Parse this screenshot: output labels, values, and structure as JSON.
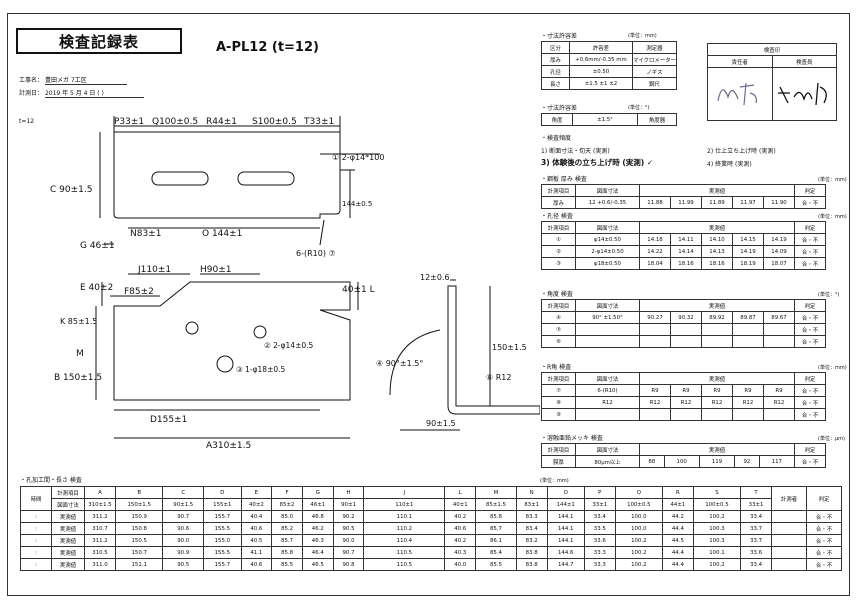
{
  "header": {
    "title": "検査記録表",
    "doc_code": "A-PL12 (t=12)",
    "site_label": "工事名：",
    "site_value": "豊田メガ 7工区",
    "date_label": "計測日：",
    "date_value": "2019 年 5 月 4 日 (    )",
    "thickness_note": "t=12"
  },
  "tolerance": {
    "title": "・寸法許容差",
    "unit": "(単位：mm)",
    "headers": [
      "区分",
      "許容差",
      "測定器"
    ],
    "rows": [
      [
        "厚み",
        "+0.6mm/-0.35 mm",
        "マイクロメーター"
      ],
      [
        "孔径",
        "±0.50",
        "ノギス"
      ],
      [
        "長さ",
        "±1.5  ±1  ±2",
        "鋼尺"
      ]
    ],
    "angle_title": "・寸法許容差",
    "angle_unit": "(単位：°)",
    "angle_row": [
      "角度",
      "±1.5°",
      "角度器"
    ]
  },
  "stamp": {
    "title": "検査印",
    "responsible": "責任者",
    "inspector": "検査員"
  },
  "inspection_freq": {
    "title": "・検査頻度",
    "item1": "1) 断面寸法・旬天 (実測)",
    "item2": "2) 仕上立ち上げ時 (実測)",
    "item3": "3) 体験後の立ち上げ時 (実測) ✓",
    "item4": "4) 終業時 (実測)"
  },
  "thickness": {
    "title": "・鋼板 厚み 検査",
    "unit": "(単位：mm)",
    "headers": [
      "計測項目",
      "図面寸法",
      "実測値",
      "判定"
    ],
    "rows": [
      [
        "厚み",
        "12 +0.6/-0.35",
        "11.88",
        "11.99",
        "11.89",
        "11.97",
        "11.90",
        "合・不"
      ]
    ]
  },
  "hole": {
    "title": "・孔径 検査",
    "unit": "(単位：mm)",
    "headers": [
      "計測項目",
      "図面寸法",
      "実測値",
      "判定"
    ],
    "rows": [
      [
        "①",
        "φ14±0.50",
        "14.18",
        "14.11",
        "14.10",
        "14.15",
        "14.19",
        "合・不"
      ],
      [
        "②",
        "2-φ14±0.50",
        "14.22",
        "14.14",
        "14.13",
        "14.19",
        "14.09",
        "合・不"
      ],
      [
        "③",
        "φ18±0.50",
        "18.04",
        "18.16",
        "18.16",
        "18.19",
        "18.07",
        "合・不"
      ]
    ]
  },
  "angle": {
    "title": "・角度 検査",
    "unit": "(単位：°)",
    "headers": [
      "計測項目",
      "図面寸法",
      "実測値",
      "判定"
    ],
    "rows": [
      [
        "④",
        "90° ±1.50°",
        "90.27",
        "90.32",
        "89.92",
        "89.87",
        "89.67",
        "合・不"
      ],
      [
        "⑤",
        "",
        "",
        "",
        "",
        "",
        "",
        "合・不"
      ],
      [
        "⑥",
        "",
        "",
        "",
        "",
        "",
        "",
        "合・不"
      ]
    ]
  },
  "radius": {
    "title": "・R角 検査",
    "unit": "(単位：mm)",
    "headers": [
      "計測項目",
      "図面寸法",
      "実測値",
      "判定"
    ],
    "rows": [
      [
        "⑦",
        "6-(R10)",
        "R9",
        "R9",
        "R9",
        "R9",
        "R9",
        "合・不"
      ],
      [
        "⑧",
        "R12",
        "R12",
        "R12",
        "R12",
        "R12",
        "R12",
        "合・不"
      ],
      [
        "⑨",
        "",
        "",
        "",
        "",
        "",
        "",
        "合・不"
      ]
    ]
  },
  "plating": {
    "title": "・溶融亜鉛メッキ 検査",
    "unit": "(単位：μm)",
    "headers": [
      "計測項目",
      "図面寸法",
      "実測値",
      "判定"
    ],
    "rows": [
      [
        "膜厚",
        "80μm以上",
        "88",
        "100",
        "119",
        "92",
        "117",
        "合・不"
      ]
    ]
  },
  "drawing": {
    "dims": {
      "P": "P33±1",
      "Q": "Q100±0.5",
      "R": "R44±1",
      "S": "S100±0.5",
      "T": "T33±1",
      "C": "C 90±1.5",
      "N": "N83±1",
      "O": "O 144±1",
      "G": "G 46±1",
      "right_h": "144±0.5",
      "hole1": "① 2-φ14*100",
      "r10": "6-(R10) ⑦",
      "J": "J110±1",
      "H": "H90±1",
      "E": "E 40±2",
      "F": "F85±2",
      "L": "40±1 L",
      "K": "K 85±1.5",
      "M": "M",
      "B": "B 150±1.5",
      "hole2": "② 2-φ14±0.5",
      "hole3": "③ 1-φ18±0.5",
      "D": "D155±1",
      "A": "A310±1.5",
      "side_t": "12±0.6",
      "angle4": "④ 90°±1.5°",
      "side_h": "150±1.5",
      "r12": "⑧ R12",
      "side_w": "90±1.5"
    }
  },
  "bottom": {
    "title": "・孔加工間・長さ 検査",
    "unit": "(単位：mm)",
    "time_header": "時間",
    "item_header": "計測項目",
    "cols": [
      "A",
      "B",
      "C",
      "D",
      "E",
      "F",
      "G",
      "H",
      "J",
      "L",
      "M",
      "N",
      "O",
      "P",
      "Q",
      "R",
      "S",
      "T"
    ],
    "drawing_label": "図面寸法",
    "drawing_vals": [
      "310±1.5",
      "150±1.5",
      "90±1.5",
      "155±1",
      "40±2",
      "85±2",
      "46±1",
      "90±1",
      "110±1",
      "40±1",
      "85±1.5",
      "83±1",
      "144±1",
      "33±1",
      "100±0.5",
      "44±1",
      "100±0.5",
      "33±1"
    ],
    "inspector_header": "計測者",
    "judge_header": "判定",
    "rows": [
      {
        "time": ":",
        "label": "実測値",
        "vals": [
          "311.2",
          "150.9",
          "90.7",
          "155.7",
          "40.4",
          "85.0",
          "46.8",
          "90.2",
          "110.1",
          "40.2",
          "85.8",
          "83.3",
          "144.1",
          "33.4",
          "100.0",
          "44.2",
          "100.2",
          "33.4"
        ],
        "judge": "合・不"
      },
      {
        "time": ":",
        "label": "実測値",
        "vals": [
          "310.7",
          "150.8",
          "90.6",
          "155.5",
          "40.6",
          "85.2",
          "46.2",
          "90.5",
          "110.2",
          "40.6",
          "85.7",
          "83.4",
          "144.1",
          "33.5",
          "100.0",
          "44.4",
          "100.3",
          "33.7"
        ],
        "judge": "合・不"
      },
      {
        "time": ":",
        "label": "実測値",
        "vals": [
          "311.2",
          "150.5",
          "90.0",
          "155.0",
          "40.5",
          "85.7",
          "46.3",
          "90.0",
          "110.4",
          "40.2",
          "86.1",
          "83.2",
          "144.1",
          "33.6",
          "100.2",
          "44.5",
          "100.3",
          "33.7"
        ],
        "judge": "合・不"
      },
      {
        "time": ":",
        "label": "実測値",
        "vals": [
          "310.5",
          "150.7",
          "90.9",
          "155.5",
          "41.1",
          "85.8",
          "46.4",
          "90.7",
          "110.5",
          "40.3",
          "85.4",
          "83.8",
          "144.6",
          "33.3",
          "100.2",
          "44.4",
          "100.1",
          "33.6"
        ],
        "judge": "合・不"
      },
      {
        "time": ":",
        "label": "実測値",
        "vals": [
          "311.0",
          "151.1",
          "90.5",
          "155.7",
          "40.6",
          "85.5",
          "46.5",
          "90.8",
          "110.5",
          "40.0",
          "85.5",
          "83.8",
          "144.7",
          "33.3",
          "100.2",
          "44.4",
          "100.2",
          "33.4"
        ],
        "judge": "合・不"
      }
    ]
  }
}
